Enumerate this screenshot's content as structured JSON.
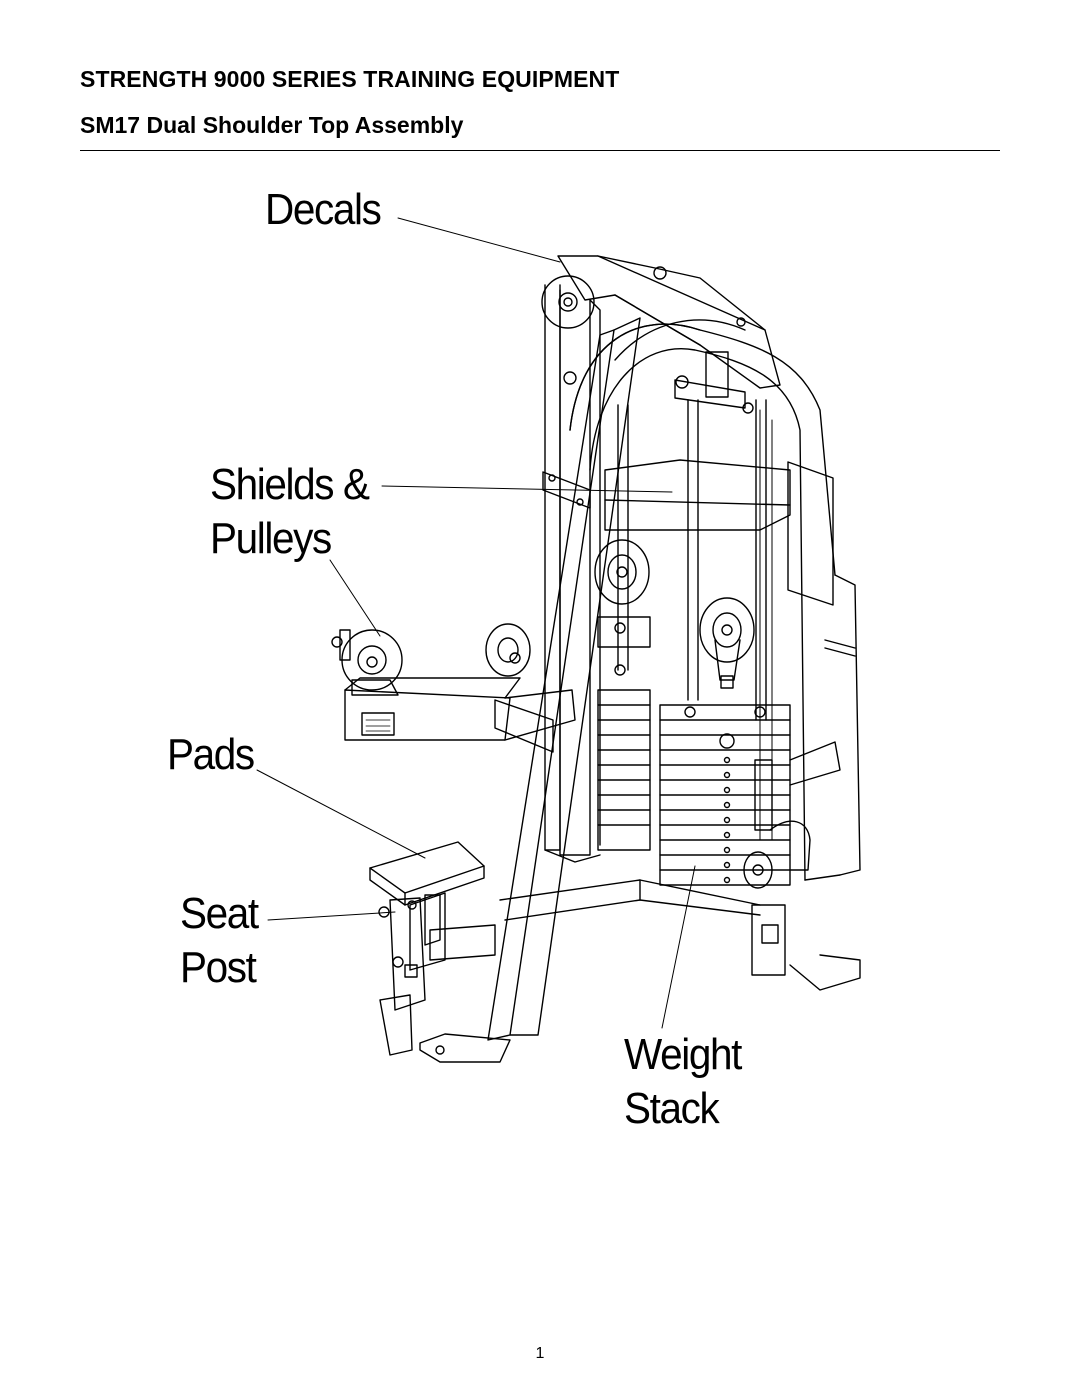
{
  "header": {
    "title": "STRENGTH 9000 SERIES TRAINING EQUIPMENT",
    "subtitle": "SM17 Dual Shoulder Top Assembly"
  },
  "callouts": {
    "decals": "Decals",
    "shields_line1": "Shields &",
    "shields_line2": "Pulleys",
    "pads": "Pads",
    "seat_post_line1": "Seat",
    "seat_post_line2": "Post",
    "weight_stack_line1": "Weight",
    "weight_stack_line2": "Stack"
  },
  "footer": {
    "page_number": "1"
  }
}
